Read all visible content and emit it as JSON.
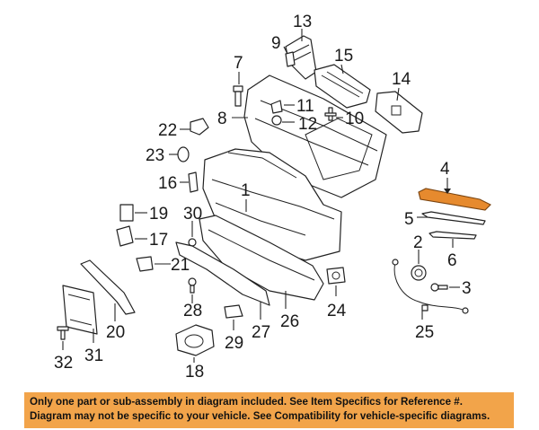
{
  "callouts": {
    "c1": "1",
    "c2": "2",
    "c3": "3",
    "c4": "4",
    "c5": "5",
    "c6": "6",
    "c7": "7",
    "c8": "8",
    "c9": "9",
    "c10": "10",
    "c11": "11",
    "c12": "12",
    "c13": "13",
    "c14": "14",
    "c15": "15",
    "c16": "16",
    "c17": "17",
    "c18": "18",
    "c19": "19",
    "c20": "20",
    "c21": "21",
    "c22": "22",
    "c23": "23",
    "c24": "24",
    "c25": "25",
    "c26": "26",
    "c27": "27",
    "c28": "28",
    "c29": "29",
    "c30": "30",
    "c31": "31",
    "c32": "32"
  },
  "highlighted_part": "4",
  "colors": {
    "highlight": "#e68a2e",
    "banner": "#f2a44a"
  },
  "notice": {
    "line1": "Only one part or sub-assembly in diagram included. See Item Specifics for Reference #.",
    "line2": "Diagram may not be specific to your vehicle. See Compatibility for vehicle-specific diagrams."
  }
}
